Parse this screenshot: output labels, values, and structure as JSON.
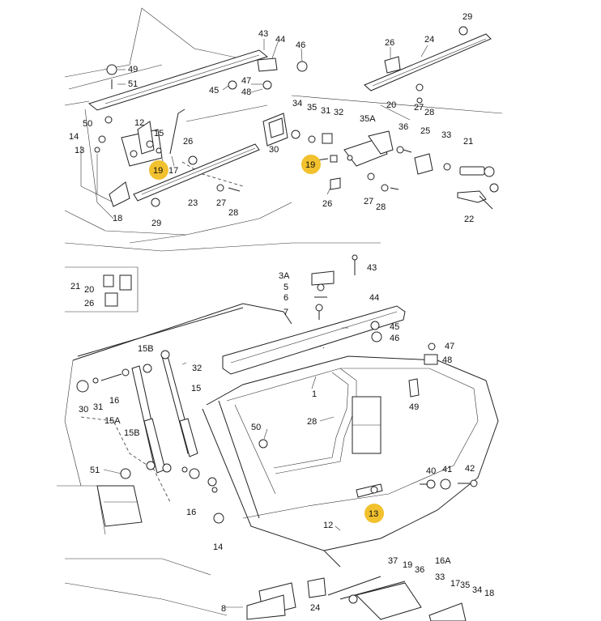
{
  "labels": [
    {
      "id": "p29_top",
      "text": "29"
    },
    {
      "id": "p43",
      "text": "43"
    },
    {
      "id": "p44_top",
      "text": "44"
    },
    {
      "id": "p46_top",
      "text": "46"
    },
    {
      "id": "p26_top",
      "text": "26"
    },
    {
      "id": "p24_top",
      "text": "24"
    },
    {
      "id": "p49_top",
      "text": "49"
    },
    {
      "id": "p51_top",
      "text": "51"
    },
    {
      "id": "p45_top",
      "text": "45"
    },
    {
      "id": "p47_top",
      "text": "47"
    },
    {
      "id": "p48_top",
      "text": "48"
    },
    {
      "id": "p27_a",
      "text": "27"
    },
    {
      "id": "p28_a",
      "text": "28"
    },
    {
      "id": "p34",
      "text": "34"
    },
    {
      "id": "p35",
      "text": "35"
    },
    {
      "id": "p31",
      "text": "31"
    },
    {
      "id": "p32",
      "text": "32"
    },
    {
      "id": "p20",
      "text": "20"
    },
    {
      "id": "p35A",
      "text": "35A"
    },
    {
      "id": "p50_top",
      "text": "50"
    },
    {
      "id": "p12_top",
      "text": "12"
    },
    {
      "id": "p14_top",
      "text": "14"
    },
    {
      "id": "p15_top",
      "text": "15"
    },
    {
      "id": "p13_top",
      "text": "13"
    },
    {
      "id": "p19_left",
      "text": "19"
    },
    {
      "id": "p17_top",
      "text": "17"
    },
    {
      "id": "p26_mid",
      "text": "26"
    },
    {
      "id": "p30_top",
      "text": "30"
    },
    {
      "id": "p36",
      "text": "36"
    },
    {
      "id": "p25",
      "text": "25"
    },
    {
      "id": "p33",
      "text": "33"
    },
    {
      "id": "p21_top",
      "text": "21"
    },
    {
      "id": "p19_mid",
      "text": "19"
    },
    {
      "id": "p18",
      "text": "18"
    },
    {
      "id": "p23",
      "text": "23"
    },
    {
      "id": "p27_b",
      "text": "27"
    },
    {
      "id": "p28_b",
      "text": "28"
    },
    {
      "id": "p29_b",
      "text": "29"
    },
    {
      "id": "p26_b",
      "text": "26"
    },
    {
      "id": "p27_c",
      "text": "27"
    },
    {
      "id": "p28_c",
      "text": "28"
    },
    {
      "id": "p22",
      "text": "22"
    },
    {
      "id": "p21_inset",
      "text": "21"
    },
    {
      "id": "p20_inset",
      "text": "20"
    },
    {
      "id": "p26_inset",
      "text": "26"
    },
    {
      "id": "p43_low",
      "text": "43"
    },
    {
      "id": "p3A",
      "text": "3A"
    },
    {
      "id": "p5",
      "text": "5"
    },
    {
      "id": "p6",
      "text": "6"
    },
    {
      "id": "p7",
      "text": "7"
    },
    {
      "id": "p44_low",
      "text": "44"
    },
    {
      "id": "p45_low",
      "text": "45"
    },
    {
      "id": "p46_low",
      "text": "46"
    },
    {
      "id": "p15B_top",
      "text": "15B"
    },
    {
      "id": "p32_low",
      "text": "32"
    },
    {
      "id": "p47_low",
      "text": "47"
    },
    {
      "id": "p48_low",
      "text": "48"
    },
    {
      "id": "p15_low",
      "text": "15"
    },
    {
      "id": "p1",
      "text": "1"
    },
    {
      "id": "p16_a",
      "text": "16"
    },
    {
      "id": "p31_low",
      "text": "31"
    },
    {
      "id": "p30_low",
      "text": "30"
    },
    {
      "id": "p49_low",
      "text": "49"
    },
    {
      "id": "p15A",
      "text": "15A"
    },
    {
      "id": "p28_low",
      "text": "28"
    },
    {
      "id": "p15B_low",
      "text": "15B"
    },
    {
      "id": "p50_low",
      "text": "50"
    },
    {
      "id": "p51_low",
      "text": "51"
    },
    {
      "id": "p40",
      "text": "40"
    },
    {
      "id": "p41",
      "text": "41"
    },
    {
      "id": "p42",
      "text": "42"
    },
    {
      "id": "p16_b",
      "text": "16"
    },
    {
      "id": "p13_low",
      "text": "13"
    },
    {
      "id": "p14_low",
      "text": "14"
    },
    {
      "id": "p12_low",
      "text": "12"
    },
    {
      "id": "p37",
      "text": "37"
    },
    {
      "id": "p19_bot",
      "text": "19"
    },
    {
      "id": "p36_bot",
      "text": "36"
    },
    {
      "id": "p16A",
      "text": "16A"
    },
    {
      "id": "p33_bot",
      "text": "33"
    },
    {
      "id": "p17_bot",
      "text": "17"
    },
    {
      "id": "p35_bot",
      "text": "35"
    },
    {
      "id": "p34_bot",
      "text": "34"
    },
    {
      "id": "p18_bot",
      "text": "18"
    },
    {
      "id": "p8",
      "text": "8"
    },
    {
      "id": "p24_bot",
      "text": "24"
    }
  ],
  "highlighted": [
    "19",
    "19",
    "13"
  ],
  "highlight_color": "#f2c12e"
}
